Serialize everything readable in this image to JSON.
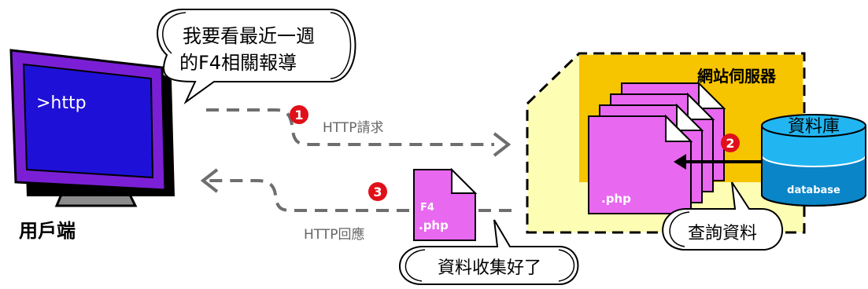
{
  "client": {
    "screen_text": ">http",
    "label": "用戶端",
    "speech_line1": "我要看最近一週",
    "speech_line2": "的F4相關報導"
  },
  "server": {
    "label": "網站伺服器",
    "php_label": ".php",
    "query_bubble": "查詢資料"
  },
  "database": {
    "label": "資料庫",
    "sublabel": "database"
  },
  "steps": [
    {
      "number": "1",
      "label": "HTTP請求"
    },
    {
      "number": "2",
      "label": ""
    },
    {
      "number": "3",
      "label": "HTTP回應"
    }
  ],
  "response_file": {
    "line1": "F4",
    "line2": ".php",
    "bubble": "資料收集好了"
  },
  "colors": {
    "monitor": "#7a1fd6",
    "screen": "#1f10d8",
    "server_zone": "#fdfdb4",
    "server_inner": "#f7c400",
    "php_doc": "#e868f0",
    "db_top": "#21b6f2",
    "db_body": "#0a85c8",
    "step_badge": "#e0101a"
  }
}
